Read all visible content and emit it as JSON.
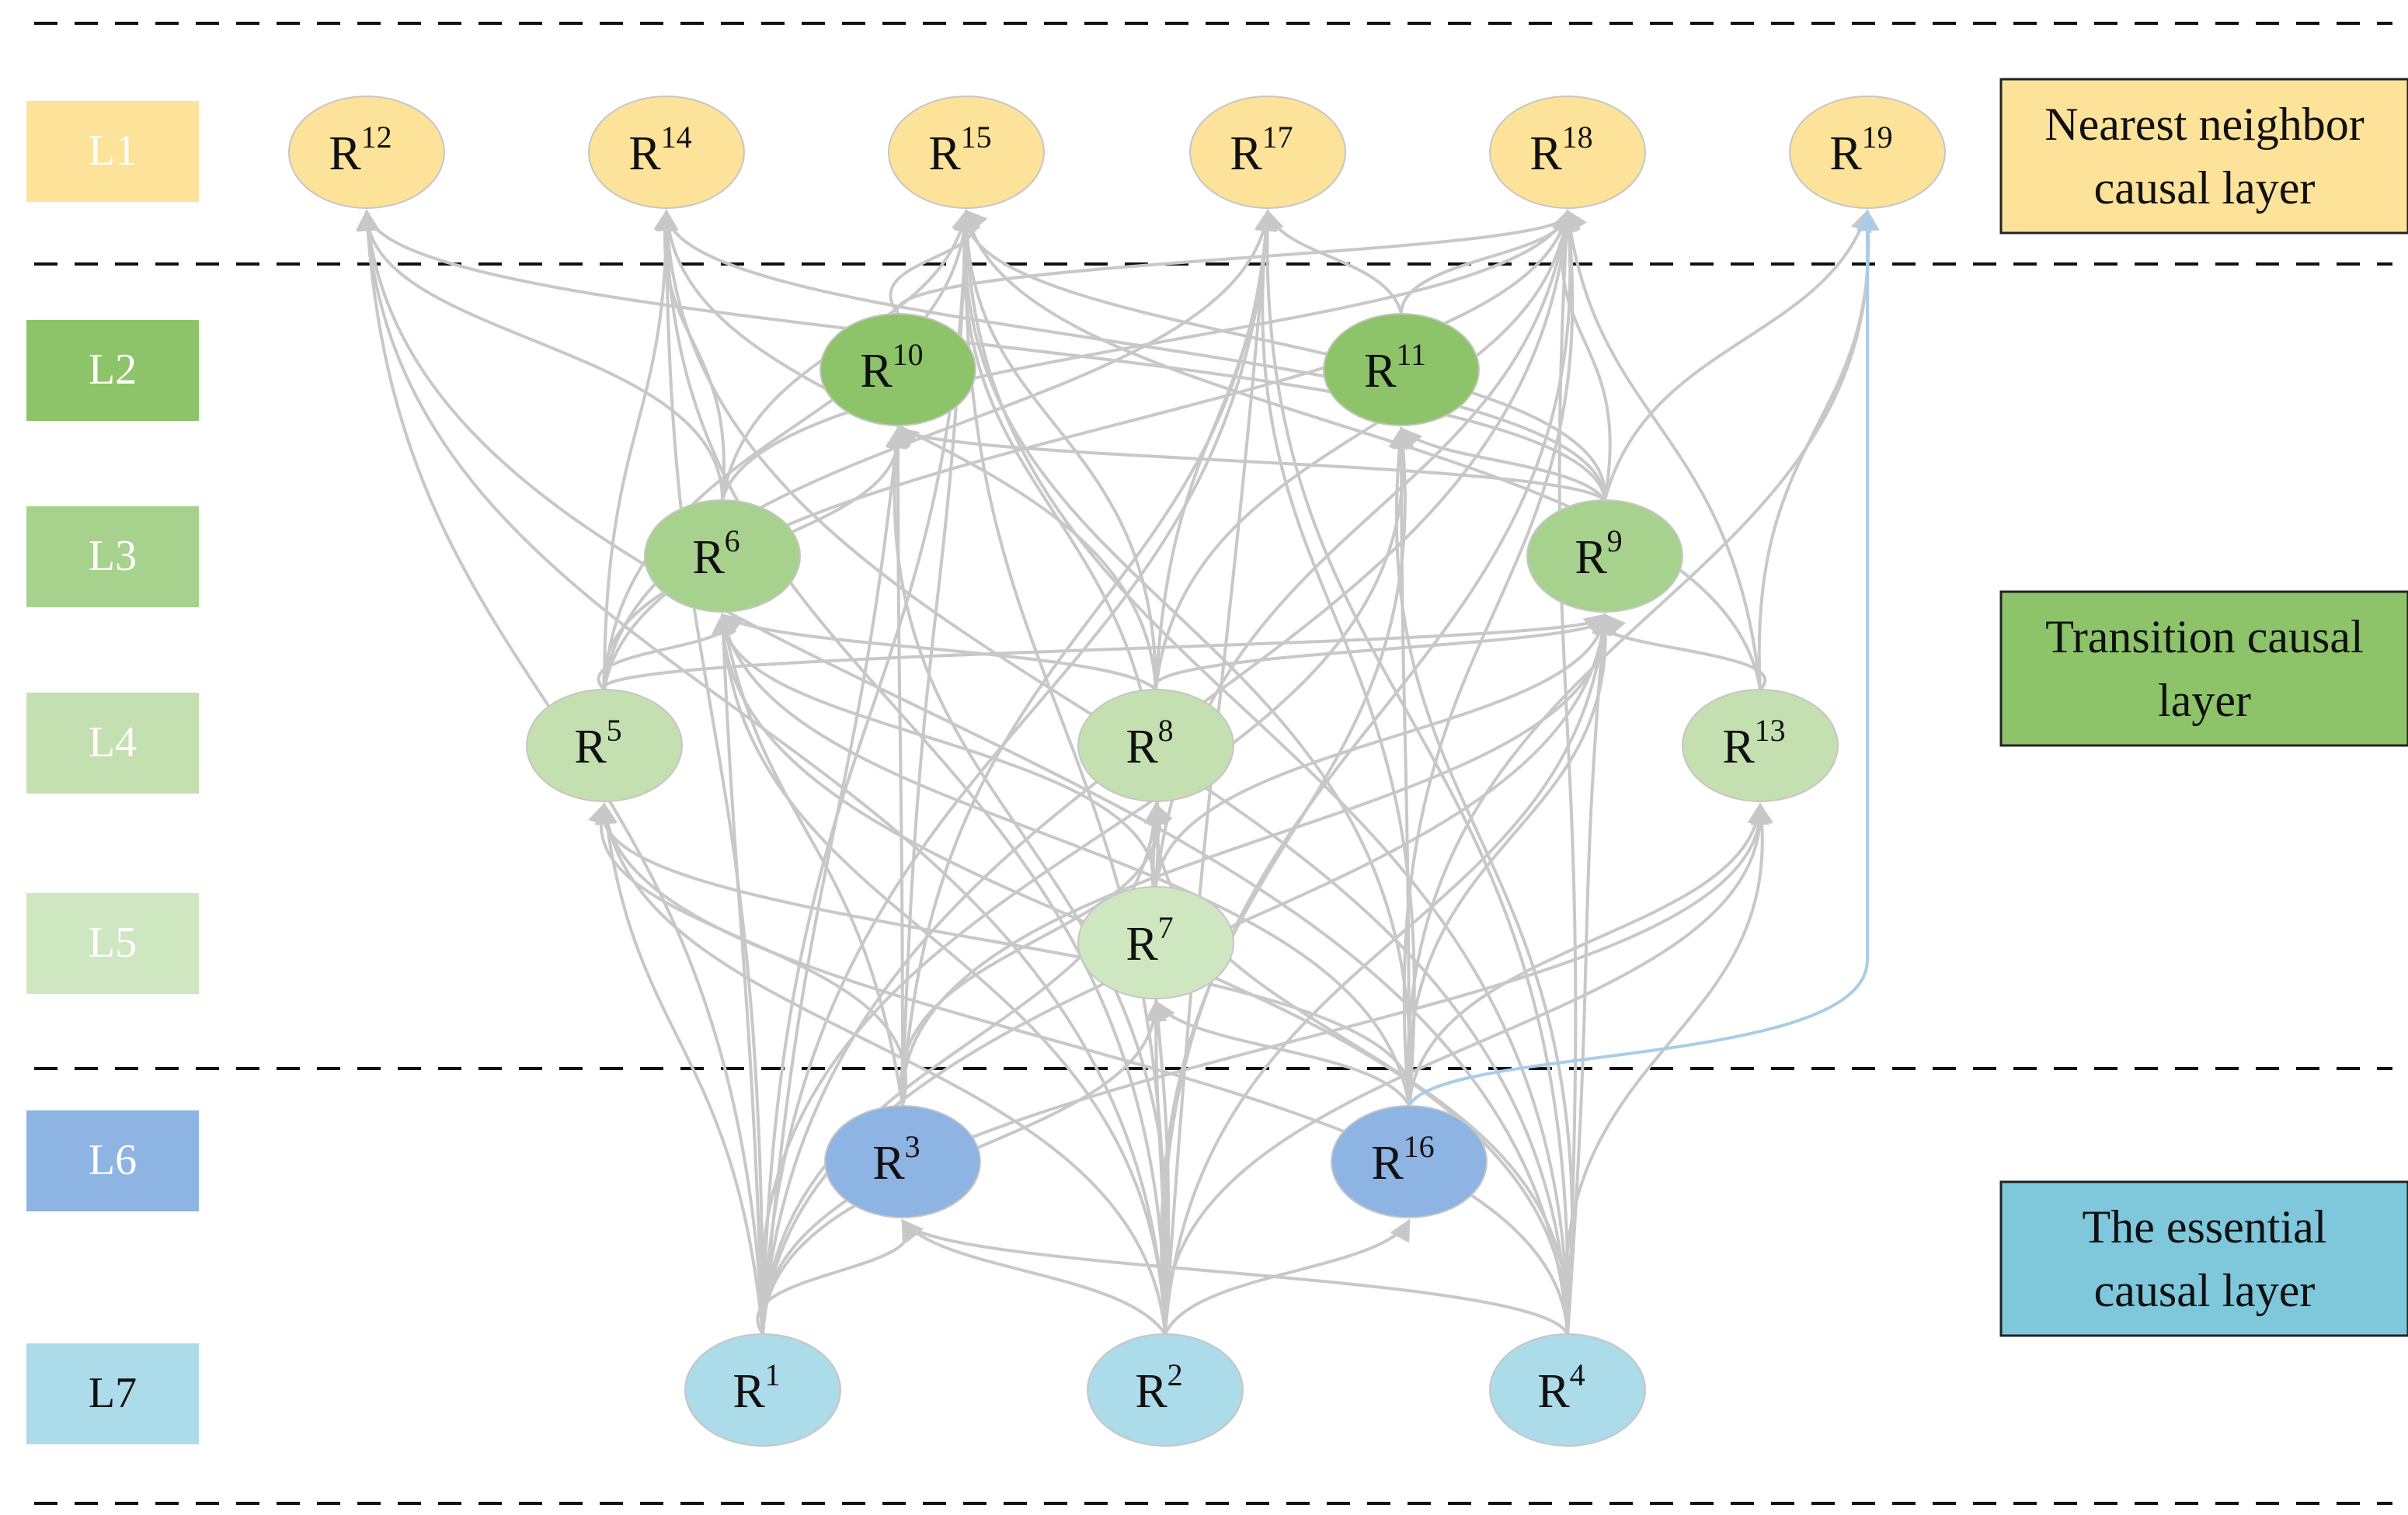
{
  "colors": {
    "L1": "#fde29a",
    "L2": "#8dc46a",
    "L3": "#a6d28d",
    "L4": "#c4e0b0",
    "L5": "#cfe7c0",
    "L6": "#8db4e2",
    "L7": "#acdbe9",
    "edge": "#c8c8c8",
    "edge_highlight": "#a9cde8",
    "nearest_box": "#fde29a",
    "transition_box": "#8dc46a",
    "essential_box": "#7fc7da"
  },
  "levels": [
    {
      "id": "L1",
      "label": "L1"
    },
    {
      "id": "L2",
      "label": "L2"
    },
    {
      "id": "L3",
      "label": "L3"
    },
    {
      "id": "L4",
      "label": "L4"
    },
    {
      "id": "L5",
      "label": "L5"
    },
    {
      "id": "L6",
      "label": "L6"
    },
    {
      "id": "L7",
      "label": "L7"
    }
  ],
  "nodes": [
    {
      "id": "R12",
      "sup": "12",
      "level": "L1"
    },
    {
      "id": "R14",
      "sup": "14",
      "level": "L1"
    },
    {
      "id": "R15",
      "sup": "15",
      "level": "L1"
    },
    {
      "id": "R17",
      "sup": "17",
      "level": "L1"
    },
    {
      "id": "R18",
      "sup": "18",
      "level": "L1"
    },
    {
      "id": "R19",
      "sup": "19",
      "level": "L1"
    },
    {
      "id": "R10",
      "sup": "10",
      "level": "L2"
    },
    {
      "id": "R11",
      "sup": "11",
      "level": "L2"
    },
    {
      "id": "R6",
      "sup": "6",
      "level": "L3"
    },
    {
      "id": "R9",
      "sup": "9",
      "level": "L3"
    },
    {
      "id": "R5",
      "sup": "5",
      "level": "L4"
    },
    {
      "id": "R8",
      "sup": "8",
      "level": "L4"
    },
    {
      "id": "R13",
      "sup": "13",
      "level": "L4"
    },
    {
      "id": "R7",
      "sup": "7",
      "level": "L5"
    },
    {
      "id": "R3",
      "sup": "3",
      "level": "L6"
    },
    {
      "id": "R16",
      "sup": "16",
      "level": "L6"
    },
    {
      "id": "R1",
      "sup": "1",
      "level": "L7"
    },
    {
      "id": "R2",
      "sup": "2",
      "level": "L7"
    },
    {
      "id": "R4",
      "sup": "4",
      "level": "L7"
    }
  ],
  "node_letter": "R",
  "layers": {
    "nearest": {
      "line1": "Nearest neighbor",
      "line2": "causal layer"
    },
    "transition": {
      "line1": "Transition causal",
      "line2": "layer"
    },
    "essential": {
      "line1": "The essential",
      "line2": "causal layer"
    }
  },
  "edges": [
    [
      "R1",
      "R3"
    ],
    [
      "R1",
      "R5"
    ],
    [
      "R1",
      "R6"
    ],
    [
      "R1",
      "R7"
    ],
    [
      "R1",
      "R8"
    ],
    [
      "R1",
      "R9"
    ],
    [
      "R1",
      "R10"
    ],
    [
      "R1",
      "R11"
    ],
    [
      "R1",
      "R12"
    ],
    [
      "R1",
      "R13"
    ],
    [
      "R1",
      "R14"
    ],
    [
      "R1",
      "R15"
    ],
    [
      "R1",
      "R17"
    ],
    [
      "R1",
      "R18"
    ],
    [
      "R2",
      "R3"
    ],
    [
      "R2",
      "R5"
    ],
    [
      "R2",
      "R6"
    ],
    [
      "R2",
      "R7"
    ],
    [
      "R2",
      "R8"
    ],
    [
      "R2",
      "R9"
    ],
    [
      "R2",
      "R10"
    ],
    [
      "R2",
      "R11"
    ],
    [
      "R2",
      "R12"
    ],
    [
      "R2",
      "R13"
    ],
    [
      "R2",
      "R14"
    ],
    [
      "R2",
      "R15"
    ],
    [
      "R2",
      "R16"
    ],
    [
      "R2",
      "R17"
    ],
    [
      "R2",
      "R18"
    ],
    [
      "R4",
      "R3"
    ],
    [
      "R4",
      "R5"
    ],
    [
      "R4",
      "R6"
    ],
    [
      "R4",
      "R8"
    ],
    [
      "R4",
      "R9"
    ],
    [
      "R4",
      "R11"
    ],
    [
      "R4",
      "R12"
    ],
    [
      "R4",
      "R13"
    ],
    [
      "R4",
      "R14"
    ],
    [
      "R4",
      "R15"
    ],
    [
      "R4",
      "R17"
    ],
    [
      "R4",
      "R18"
    ],
    [
      "R3",
      "R5"
    ],
    [
      "R3",
      "R6"
    ],
    [
      "R3",
      "R8"
    ],
    [
      "R3",
      "R9"
    ],
    [
      "R3",
      "R10"
    ],
    [
      "R3",
      "R15"
    ],
    [
      "R3",
      "R17"
    ],
    [
      "R16",
      "R5"
    ],
    [
      "R16",
      "R6"
    ],
    [
      "R16",
      "R7"
    ],
    [
      "R16",
      "R9"
    ],
    [
      "R16",
      "R11"
    ],
    [
      "R16",
      "R13"
    ],
    [
      "R16",
      "R15"
    ],
    [
      "R16",
      "R17"
    ],
    [
      "R16",
      "R18"
    ],
    [
      "R16",
      "R19"
    ],
    [
      "R7",
      "R8"
    ],
    [
      "R7",
      "R6"
    ],
    [
      "R7",
      "R9"
    ],
    [
      "R7",
      "R15"
    ],
    [
      "R7",
      "R18"
    ],
    [
      "R5",
      "R6"
    ],
    [
      "R5",
      "R9"
    ],
    [
      "R5",
      "R10"
    ],
    [
      "R5",
      "R14"
    ],
    [
      "R5",
      "R15"
    ],
    [
      "R5",
      "R17"
    ],
    [
      "R5",
      "R18"
    ],
    [
      "R8",
      "R6"
    ],
    [
      "R8",
      "R9"
    ],
    [
      "R8",
      "R14"
    ],
    [
      "R8",
      "R15"
    ],
    [
      "R8",
      "R17"
    ],
    [
      "R8",
      "R18"
    ],
    [
      "R13",
      "R9"
    ],
    [
      "R13",
      "R15"
    ],
    [
      "R13",
      "R18"
    ],
    [
      "R13",
      "R19"
    ],
    [
      "R6",
      "R12"
    ],
    [
      "R6",
      "R14"
    ],
    [
      "R6",
      "R15"
    ],
    [
      "R6",
      "R18"
    ],
    [
      "R9",
      "R10"
    ],
    [
      "R9",
      "R11"
    ],
    [
      "R9",
      "R12"
    ],
    [
      "R9",
      "R14"
    ],
    [
      "R9",
      "R15"
    ],
    [
      "R9",
      "R18"
    ],
    [
      "R9",
      "R19"
    ],
    [
      "R10",
      "R15"
    ],
    [
      "R10",
      "R18"
    ],
    [
      "R11",
      "R17"
    ],
    [
      "R11",
      "R18"
    ]
  ],
  "highlight_edges": [
    [
      "R16",
      "R19"
    ]
  ]
}
